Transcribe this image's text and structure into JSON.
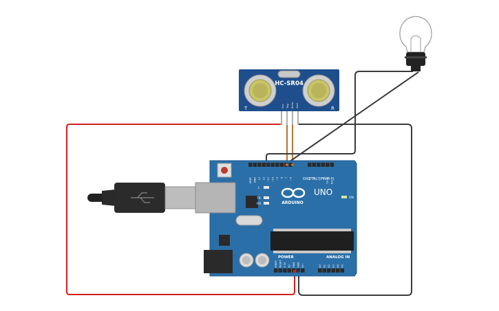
{
  "sensor": {
    "model": "HC-SR04",
    "pins": [
      "Vcc",
      "Trig",
      "Echo",
      "Gnd"
    ],
    "left_mark": "T",
    "right_mark": "R"
  },
  "board": {
    "brand": "ARDUINO",
    "model": "UNO",
    "digital_label": "DIGITAL (PWM~)",
    "analog_label": "ANALOG IN",
    "power_label": "POWER",
    "on_label": "ON",
    "led_l": "L",
    "led_tx": "TX",
    "led_rx": "RX",
    "digital_pins": [
      "AREF",
      "GND",
      "13",
      "12",
      "~11",
      "~10",
      "~9",
      "8",
      "7",
      "~6",
      "~5",
      "4",
      "~3",
      "2",
      "TX→1",
      "RX←0"
    ],
    "power_pins": [
      "IOREF",
      "RESET",
      "3.3V",
      "5V",
      "GND",
      "GND",
      "Vin"
    ],
    "analog_pins": [
      "A0",
      "A1",
      "A2",
      "A3",
      "A4",
      "A5"
    ]
  },
  "wire_colors": {
    "power": "#d0201e",
    "ground": "#3a3a3a",
    "signal": "#b8732f",
    "lamp": "#3a3a3a"
  }
}
